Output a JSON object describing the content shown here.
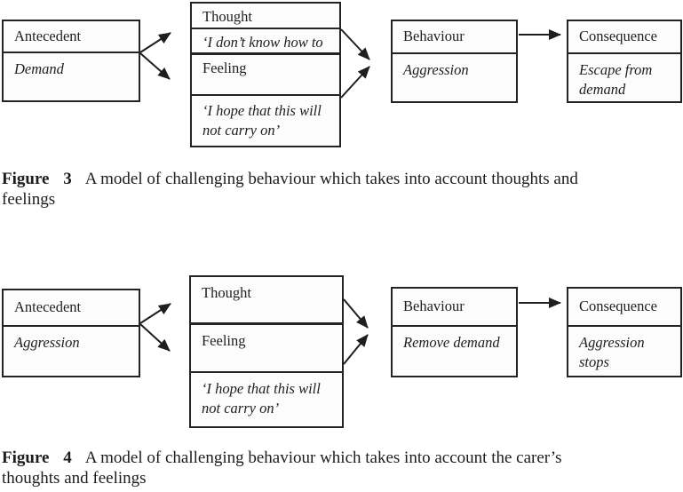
{
  "figures": [
    {
      "caption": {
        "label": "Figure 3",
        "lines": [
          "A model of challenging behaviour which takes into account thoughts and",
          "feelings"
        ]
      },
      "antecedent": {
        "header": "Antecedent",
        "value": "Demand"
      },
      "thought_feeling_box": {
        "thought_label": "Thought",
        "thought_quote": "‘I don’t know how to",
        "feeling_label": "Feeling",
        "feeling_quote": "‘I hope that this will not carry on’"
      },
      "behaviour": {
        "header": "Behaviour",
        "value": "Aggression"
      },
      "consequence": {
        "header": "Consequence",
        "value": "Escape from demand"
      }
    },
    {
      "caption": {
        "label": "Figure 4",
        "lines": [
          "A model of challenging behaviour which takes into account the carer’s",
          "thoughts and feelings"
        ]
      },
      "antecedent": {
        "header": "Antecedent",
        "value": "Aggression"
      },
      "thought_feeling_box": {
        "thought_label": "Thought",
        "feeling_label": "Feeling",
        "feeling_quote": "‘I hope that this will not carry on’"
      },
      "behaviour": {
        "header": "Behaviour",
        "value": "Remove demand"
      },
      "consequence": {
        "header": "Consequence",
        "value": "Aggression stops"
      }
    }
  ],
  "colors": {
    "border": "#232323",
    "box_fill": "#fcfcfc",
    "text": "#1e1e1e",
    "arrow": "#1e1e1e",
    "background": "#ffffff"
  }
}
